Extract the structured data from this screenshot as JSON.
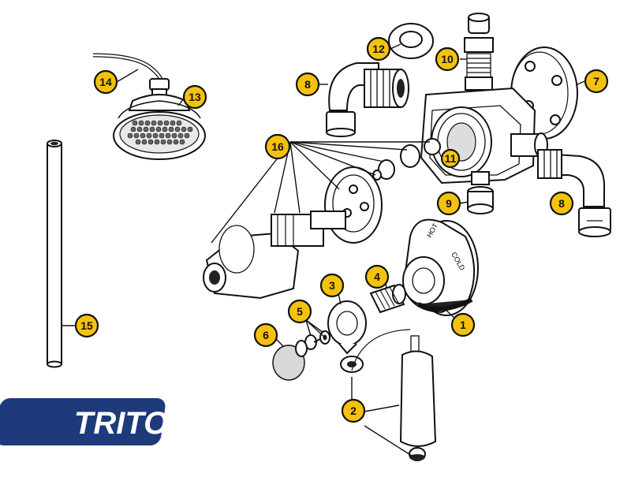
{
  "brand": {
    "logo_text": "TRITON",
    "logo_color": "#1f3a7a"
  },
  "valve_labels": {
    "hot": "HOT",
    "cold": "COLD"
  },
  "callouts": [
    {
      "id": "1",
      "label": "1"
    },
    {
      "id": "2",
      "label": "2"
    },
    {
      "id": "3",
      "label": "3"
    },
    {
      "id": "4",
      "label": "4"
    },
    {
      "id": "5",
      "label": "5"
    },
    {
      "id": "6",
      "label": "6"
    },
    {
      "id": "7",
      "label": "7"
    },
    {
      "id": "8a",
      "label": "8"
    },
    {
      "id": "8b",
      "label": "8"
    },
    {
      "id": "9",
      "label": "9"
    },
    {
      "id": "10",
      "label": "10"
    },
    {
      "id": "11",
      "label": "11"
    },
    {
      "id": "12",
      "label": "12"
    },
    {
      "id": "13",
      "label": "13"
    },
    {
      "id": "14",
      "label": "14"
    },
    {
      "id": "15",
      "label": "15"
    },
    {
      "id": "16",
      "label": "16"
    }
  ],
  "colors": {
    "callout_fill": "#f4c20d",
    "outline": "#111111"
  }
}
